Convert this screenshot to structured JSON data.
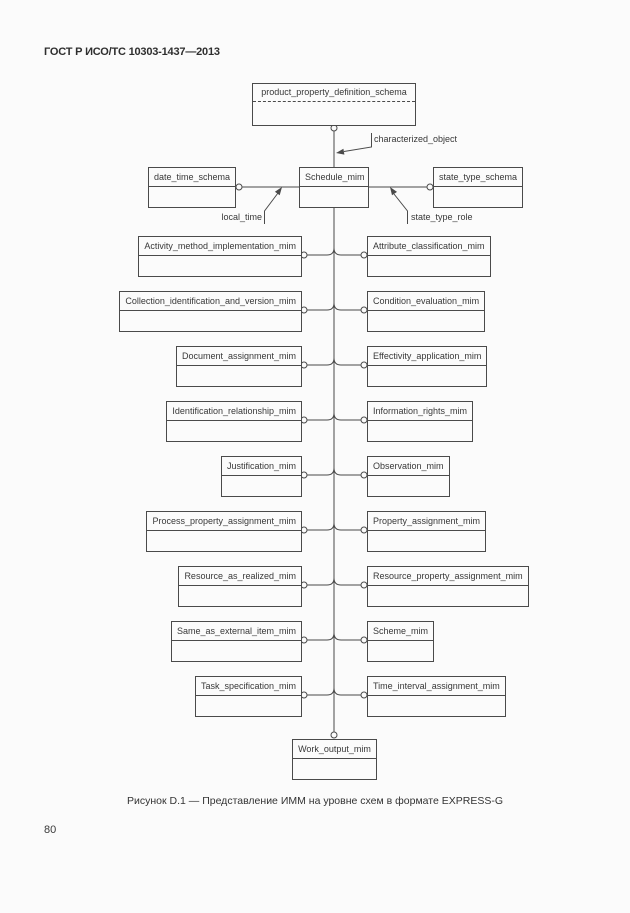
{
  "page": {
    "header": "ГОСТ Р ИСО/ТС 10303-1437—2013",
    "page_number": "80",
    "caption": "Рисунок D.1 — Представление ИММ на уровне схем в формате EXPRESS-G"
  },
  "diagram": {
    "top_schema": "product_property_definition_schema",
    "left_schema": "date_time_schema",
    "center_schema": "Schedule_mim",
    "right_schema": "state_type_schema",
    "bottom_schema": "Work_output_mim",
    "relationship_labels": {
      "characterized_object": "characterized_object",
      "local_time": "local_time",
      "state_type_role": "state_type_role"
    },
    "rows": [
      {
        "left": "Activity_method_implementation_mim",
        "right": "Attribute_classification_mim"
      },
      {
        "left": "Collection_identification_and_version_mim",
        "right": "Condition_evaluation_mim"
      },
      {
        "left": "Document_assignment_mim",
        "right": "Effectivity_application_mim"
      },
      {
        "left": "Identification_relationship_mim",
        "right": "Information_rights_mim"
      },
      {
        "left": "Justification_mim",
        "right": "Observation_mim"
      },
      {
        "left": "Process_property_assignment_mim",
        "right": "Property_assignment_mim"
      },
      {
        "left": "Resource_as_realized_mim",
        "right": "Resource_property_assignment_mim"
      },
      {
        "left": "Same_as_external_item_mim",
        "right": "Scheme_mim"
      },
      {
        "left": "Task_specification_mim",
        "right": "Time_interval_assignment_mim"
      }
    ],
    "colors": {
      "line": "#4a4a4a",
      "text": "#383838",
      "background": "#fbfbfb"
    }
  }
}
